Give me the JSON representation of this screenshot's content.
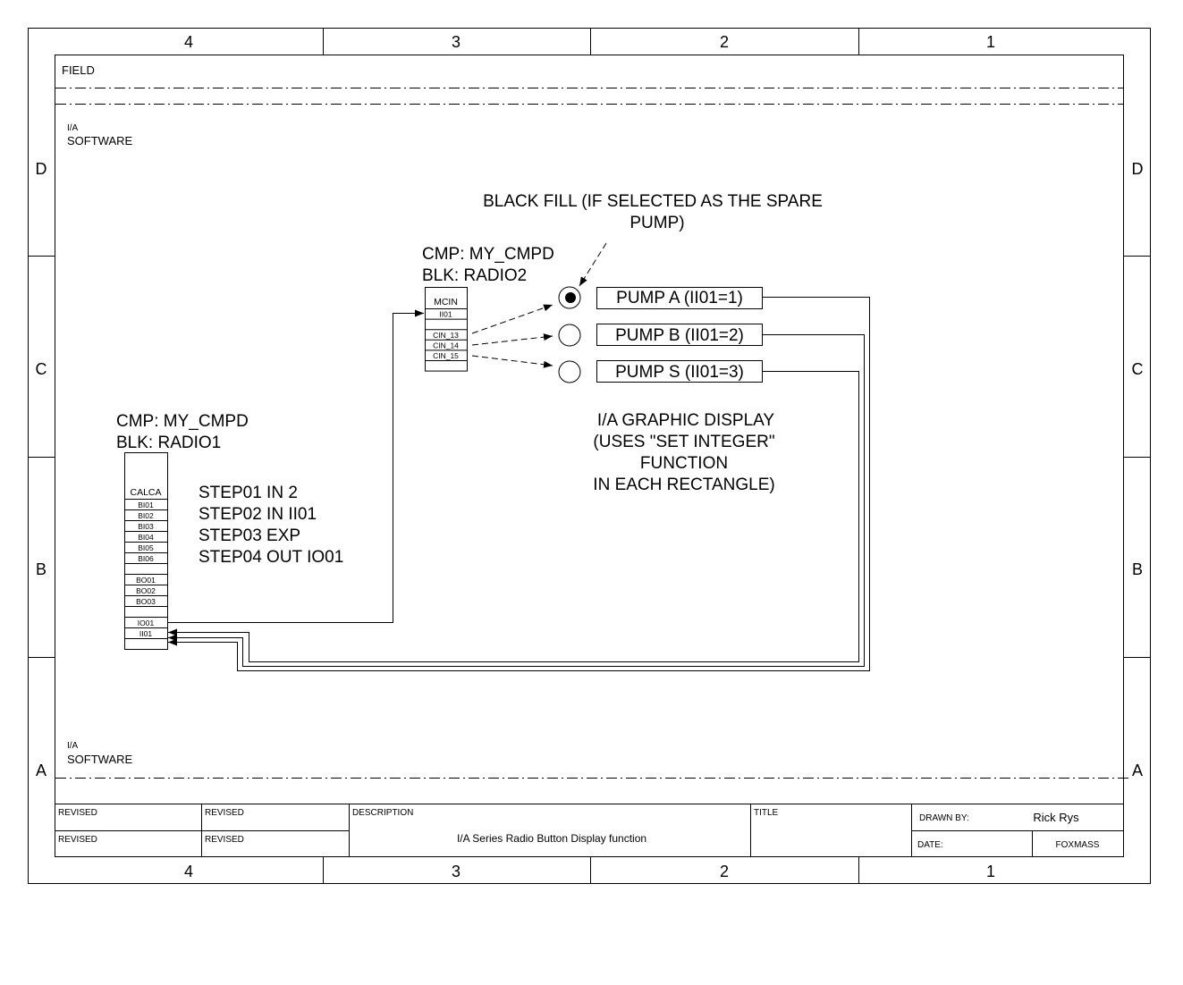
{
  "zones": {
    "columns": [
      "4",
      "3",
      "2",
      "1"
    ],
    "rows": [
      "D",
      "C",
      "B",
      "A"
    ]
  },
  "bands": {
    "field": "FIELD",
    "top_software": [
      "I/A",
      "SOFTWARE"
    ],
    "bottom_software": [
      "I/A",
      "SOFTWARE"
    ]
  },
  "black_fill_note": [
    "BLACK FILL (IF SELECTED AS THE SPARE",
    "PUMP)"
  ],
  "radio2": {
    "cmp": "CMP: MY_CMPD",
    "blk": "BLK: RADIO2",
    "type": "MCIN",
    "rows": [
      "II01",
      "",
      "CIN_13",
      "CIN_14",
      "CIN_15",
      ""
    ]
  },
  "radio1": {
    "cmp": "CMP: MY_CMPD",
    "blk": "BLK: RADIO1",
    "type": "CALCA",
    "rows": [
      "BI01",
      "BI02",
      "BI03",
      "BI04",
      "BI05",
      "BI06",
      "",
      "BO01",
      "BO02",
      "BO03",
      "",
      "IO01",
      "II01",
      ""
    ]
  },
  "steps": [
    "STEP01 IN 2",
    "STEP02 IN II01",
    "STEP03 EXP",
    "STEP04 OUT IO01"
  ],
  "radio_buttons": [
    {
      "label": "PUMP A (II01=1)",
      "selected": true
    },
    {
      "label": "PUMP B (II01=2)",
      "selected": false
    },
    {
      "label": "PUMP S (II01=3)",
      "selected": false
    }
  ],
  "graphic_note": [
    "I/A GRAPHIC DISPLAY",
    "(USES \"SET INTEGER\"",
    "FUNCTION",
    "IN EACH RECTANGLE)"
  ],
  "title_block": {
    "revised": "REVISED",
    "description_label": "DESCRIPTION",
    "description": "I/A Series  Radio Button Display function",
    "title_label": "TITLE",
    "drawn_by_label": "DRAWN BY:",
    "drawn_by": "Rick Rys",
    "date_label": "DATE:",
    "company": "FOXMASS"
  }
}
